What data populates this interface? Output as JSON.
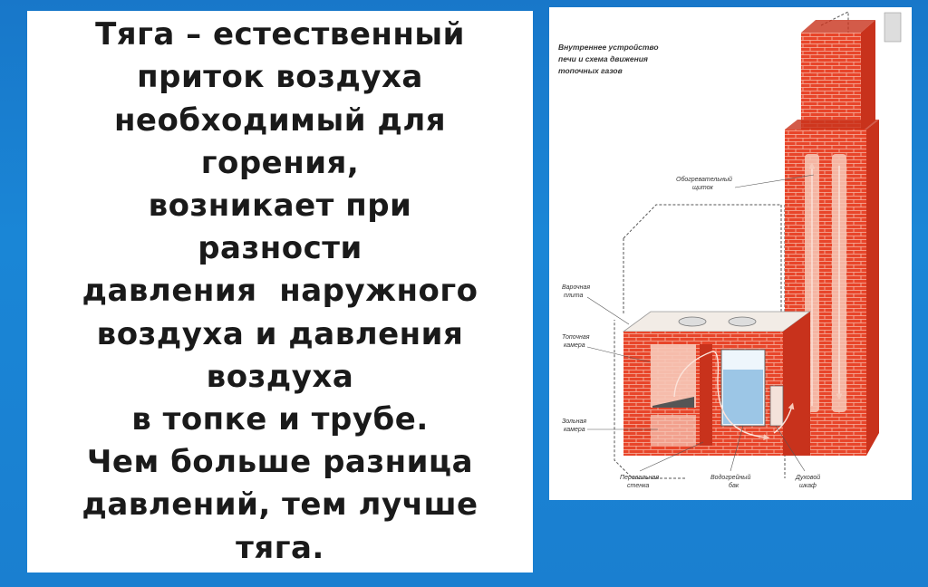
{
  "main_text": {
    "lines": [
      "Тяга – естественный",
      "приток воздуха",
      "необходимый для",
      "горения,",
      "возникает при",
      "разности",
      "давления  наружного",
      "воздуха и давления",
      "воздуха",
      "в топке и трубе.",
      "Чем больше разница",
      "давлений, тем лучше",
      "тяга."
    ]
  },
  "diagram": {
    "title_lines": [
      "Внутреннее устройство",
      "печи и схема движения",
      "топочных газов"
    ],
    "labels": {
      "heating_shield": [
        "Обогревательный",
        "щиток"
      ],
      "cooking_plate": [
        "Варочная",
        "плита"
      ],
      "firebox": [
        "Топочная",
        "камера"
      ],
      "ash_chamber": [
        "Зольная",
        "камера"
      ],
      "partition_wall": [
        "Перевальная",
        "стенка"
      ],
      "water_tank": [
        "Водогрейный",
        "бак"
      ],
      "oven": [
        "Духовой",
        "шкаф"
      ]
    },
    "colors": {
      "brick": "#e8452a",
      "brick_dark": "#c8321c",
      "plate": "#f2ece6",
      "water": "#9cc6e6",
      "flow": "#f7c9b9",
      "dashed": "#555555"
    }
  }
}
